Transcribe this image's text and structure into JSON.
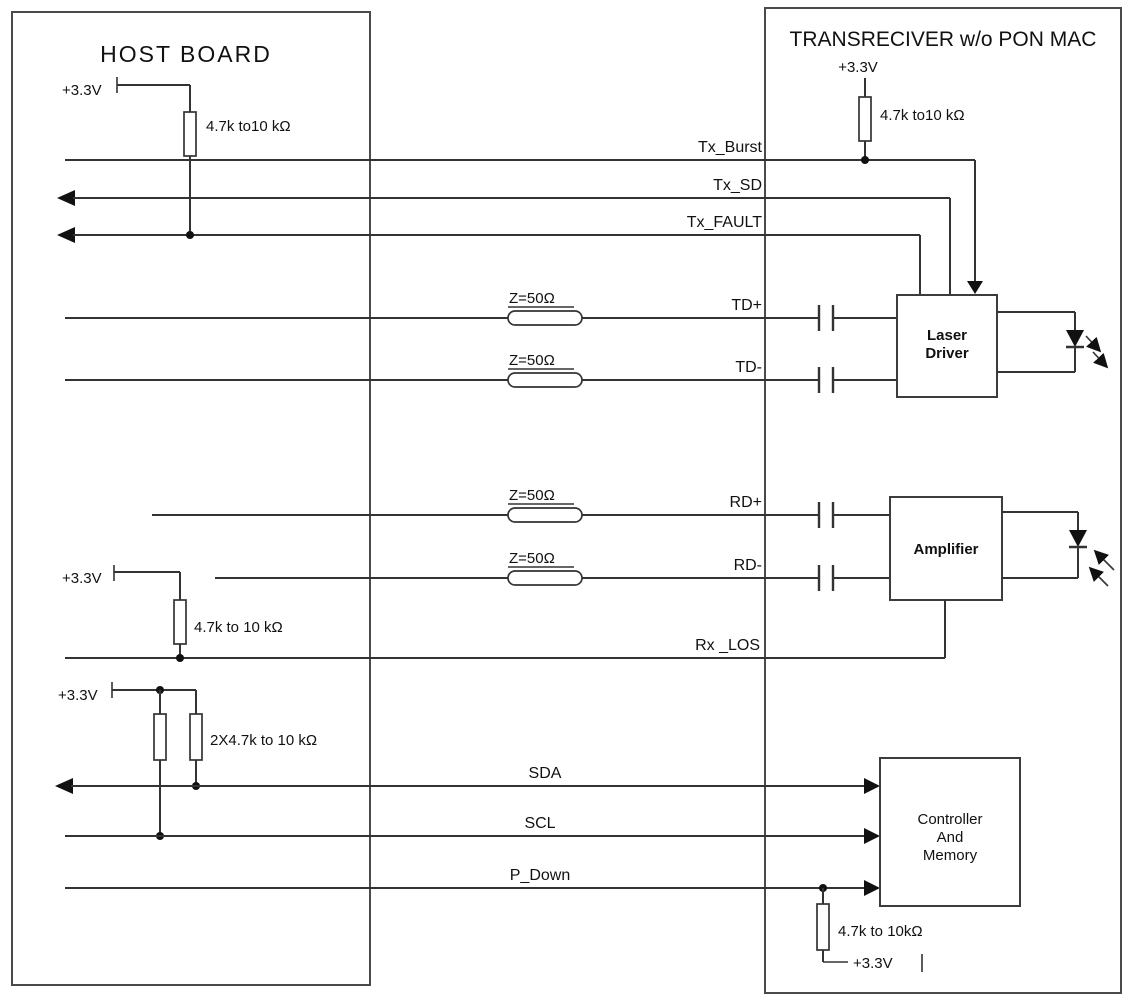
{
  "host_board": {
    "title": "HOST BOARD",
    "pullup_top": {
      "supply": "+3.3V",
      "resistor": "4.7k to10 kΩ"
    },
    "pullup_rxlos": {
      "supply": "+3.3V",
      "resistor": "4.7k to 10 kΩ"
    },
    "pullup_i2c": {
      "supply": "+3.3V",
      "resistor": "2X4.7k to 10 kΩ"
    }
  },
  "transceiver": {
    "title": "TRANSRECIVER w/o PON MAC",
    "pullup_top": {
      "supply": "+3.3V",
      "resistor": "4.7k to10 kΩ"
    },
    "pulldown_pdown": {
      "supply": "+3.3V",
      "resistor": "4.7k to 10kΩ"
    },
    "blocks": {
      "laser_driver": {
        "line1": "Laser",
        "line2": "Driver"
      },
      "amplifier": {
        "label": "Amplifier"
      },
      "controller": {
        "line1": "Controller",
        "line2": "And",
        "line3": "Memory"
      }
    }
  },
  "signals": {
    "tx_burst": "Tx_Burst",
    "tx_sd": "Tx_SD",
    "tx_fault": "Tx_FAULT",
    "td_plus": "TD+",
    "td_minus": "TD-",
    "rd_plus": "RD+",
    "rd_minus": "RD-",
    "rx_los": "Rx _LOS",
    "sda": "SDA",
    "scl": "SCL",
    "p_down": "P_Down"
  },
  "impedance_label": "Z=50Ω",
  "colors": {
    "wire": "#333333",
    "text": "#111111",
    "background": "#ffffff"
  }
}
